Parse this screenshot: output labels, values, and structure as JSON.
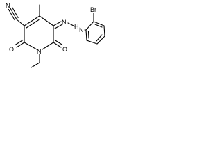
{
  "structure": {
    "atom_labels": {
      "nitrile_nitrogen": "N",
      "carbonyl_oxygen_left": "O",
      "ring_nitrogen": "N",
      "carbonyl_oxygen_right": "O",
      "imine_nitrogen": "N",
      "hydrazine_nitrogen": "N",
      "hydrazine_hydrogen": "H",
      "bromine": "Br"
    }
  }
}
